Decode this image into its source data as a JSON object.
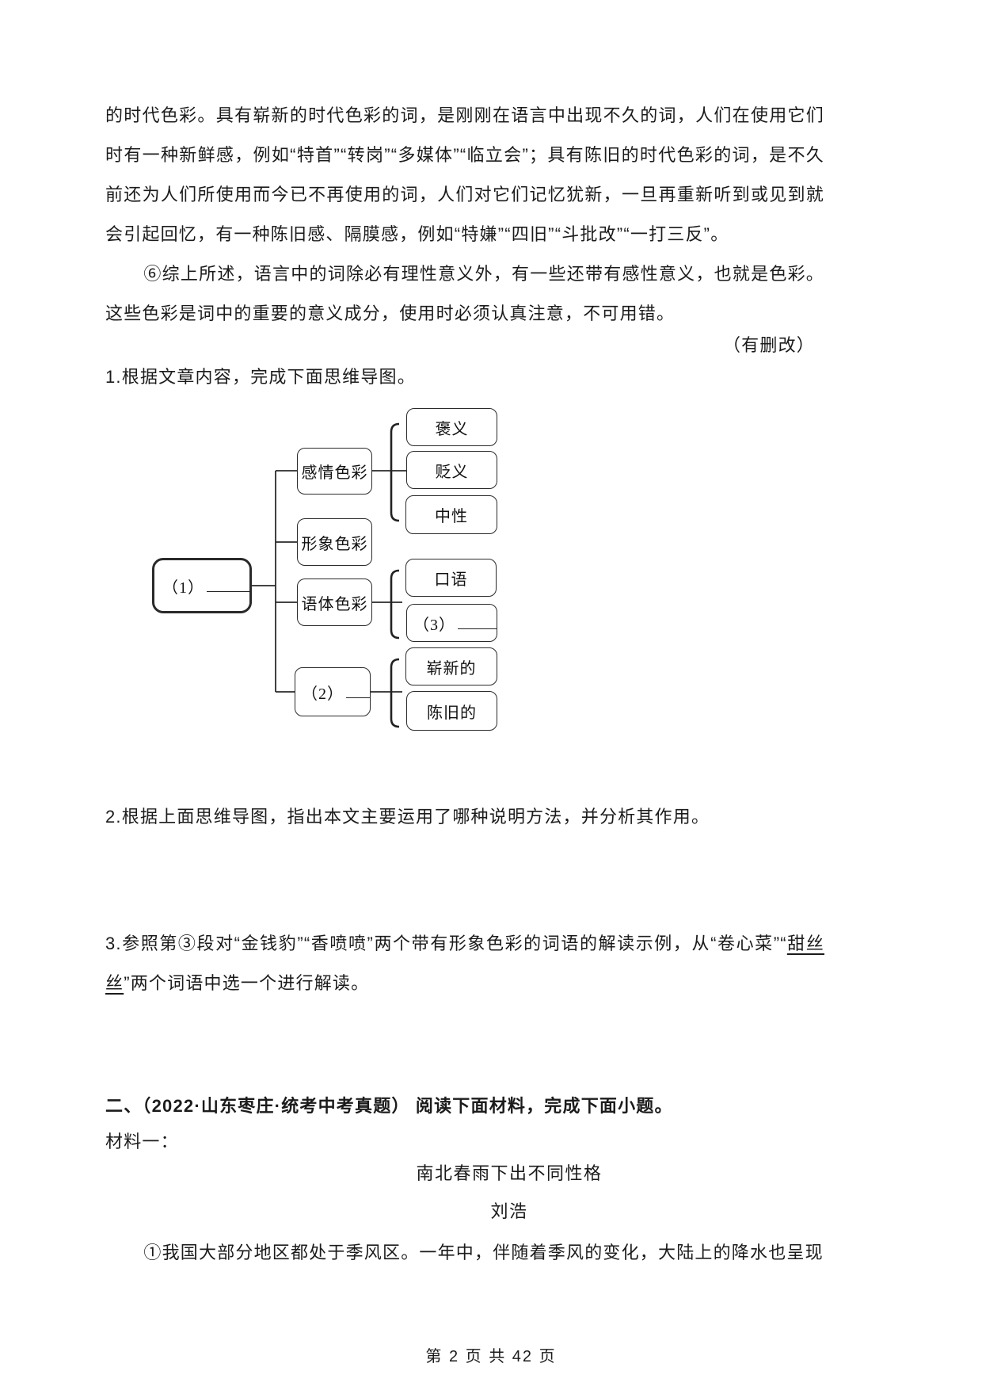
{
  "article": {
    "para_continuation": "的时代色彩。具有崭新的时代色彩的词，是刚刚在语言中出现不久的词，人们在使用它们时有一种新鲜感，例如“特首”“转岗”“多媒体”“临立会”；具有陈旧的时代色彩的词，是不久前还为人们所使用而今已不再使用的词，人们对它们记忆犹新，一旦再重新听到或见到就会引起回忆，有一种陈旧感、隔膜感，例如“特嫌”“四旧”“斗批改”“一打三反”。",
    "para6": "⑥综上所述，语言中的词除必有理性意义外，有一些还带有感性意义，也就是色彩。这些色彩是词中的重要的意义成分，使用时必须认真注意，不可用错。",
    "deletion_note": "（有删改）"
  },
  "questions": {
    "q1": "1.根据文章内容，完成下面思维导图。",
    "q2": "2.根据上面思维导图，指出本文主要运用了哪种说明方法，并分析其作用。",
    "q3_pre": "3.参照第③段对“金钱豹”“香喷喷”两个带有形象色彩的词语的解读示例，从“卷心菜”“",
    "q3_term": "甜丝丝",
    "q3_post": "”两个词语中选一个进行解读。"
  },
  "diagram": {
    "root": {
      "prefix": "（1）"
    },
    "branches": [
      {
        "label": "感情色彩"
      },
      {
        "label": "形象色彩"
      },
      {
        "label": "语体色彩"
      },
      {
        "prefix": "（2）"
      }
    ],
    "leaves": [
      {
        "label": "褒义"
      },
      {
        "label": "贬义"
      },
      {
        "label": "中性"
      },
      {
        "label": "口语"
      },
      {
        "prefix": "（3）"
      },
      {
        "label": "崭新的"
      },
      {
        "label": "陈旧的"
      }
    ]
  },
  "section2": {
    "heading": "二、（2022·山东枣庄·统考中考真题） 阅读下面材料，完成下面小题。",
    "material_label": "材料一：",
    "title": "南北春雨下出不同性格",
    "author": "刘浩",
    "para1": "①我国大部分地区都处于季风区。一年中，伴随着季风的变化，大陆上的降水也呈现"
  },
  "footer": {
    "page_indicator": "第 2 页 共 42 页"
  }
}
